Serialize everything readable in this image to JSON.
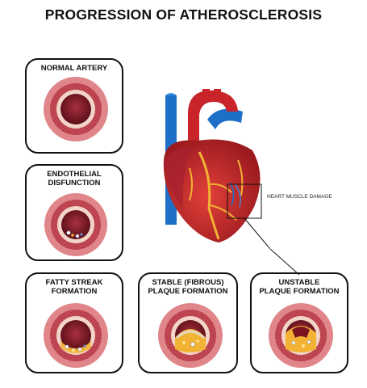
{
  "title": "PROGRESSION OF ATHEROSCLEROSIS",
  "panels": {
    "normal": {
      "line1": "NORMAL ARTERY",
      "line2": ""
    },
    "endothelial": {
      "line1": "ENDOTHELIAL",
      "line2": "DISFUNCTION"
    },
    "fatty": {
      "line1": "FATTY STREAK",
      "line2": "FORMATION"
    },
    "stable": {
      "line1": "STABLE (FIBROUS)",
      "line2": "PLAQUE FORMATION"
    },
    "unstable": {
      "line1": "UNSTABLE",
      "line2": "PLAQUE FORMATION"
    }
  },
  "heart_label": "HEART MUSCLE DAMAGE",
  "colors": {
    "outer_wall": "#e0868a",
    "media": "#b8404c",
    "intima": "#f2d4c8",
    "lumen": "#6e1622",
    "plaque": "#f2b233",
    "heart_red": "#c8242a",
    "aorta_blue": "#1e6fc8"
  }
}
